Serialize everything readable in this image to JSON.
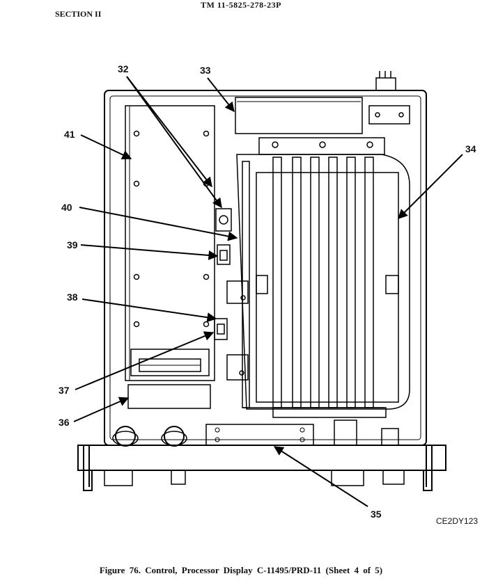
{
  "header": {
    "tm_number": "TM 11-5825-278-23P",
    "section": "SECTION II"
  },
  "figure": {
    "caption": "Figure 76. Control, Processor Display C-11495/PRD-11 (Sheet 4 of 5)",
    "code": "CE2DY123"
  },
  "callouts": [
    {
      "id": "32",
      "label": "32"
    },
    {
      "id": "33",
      "label": "33"
    },
    {
      "id": "34",
      "label": "34"
    },
    {
      "id": "35",
      "label": "35"
    },
    {
      "id": "36",
      "label": "36"
    },
    {
      "id": "37",
      "label": "37"
    },
    {
      "id": "38",
      "label": "38"
    },
    {
      "id": "39",
      "label": "39"
    },
    {
      "id": "40",
      "label": "40"
    },
    {
      "id": "41",
      "label": "41"
    }
  ]
}
